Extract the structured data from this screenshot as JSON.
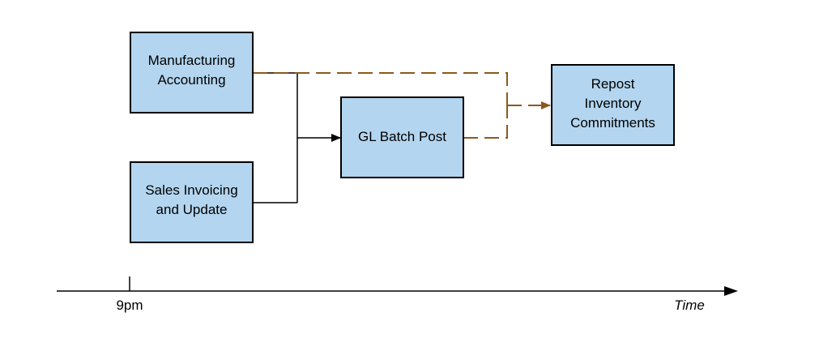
{
  "colors": {
    "box_fill": "#b3d5ef",
    "box_stroke": "#000000",
    "solid_line": "#000000",
    "dashed_line": "#8a5a1e",
    "background": "#ffffff"
  },
  "nodes": {
    "manufacturing_accounting": {
      "line1": "Manufacturing",
      "line2": "Accounting"
    },
    "sales_invoicing": {
      "line1": "Sales Invoicing",
      "line2": "and Update"
    },
    "gl_batch_post": {
      "line1": "GL Batch Post"
    },
    "repost_inventory": {
      "line1": "Repost",
      "line2": "Inventory",
      "line3": "Commitments"
    }
  },
  "axis": {
    "start_label": "9pm",
    "end_label": "Time"
  }
}
